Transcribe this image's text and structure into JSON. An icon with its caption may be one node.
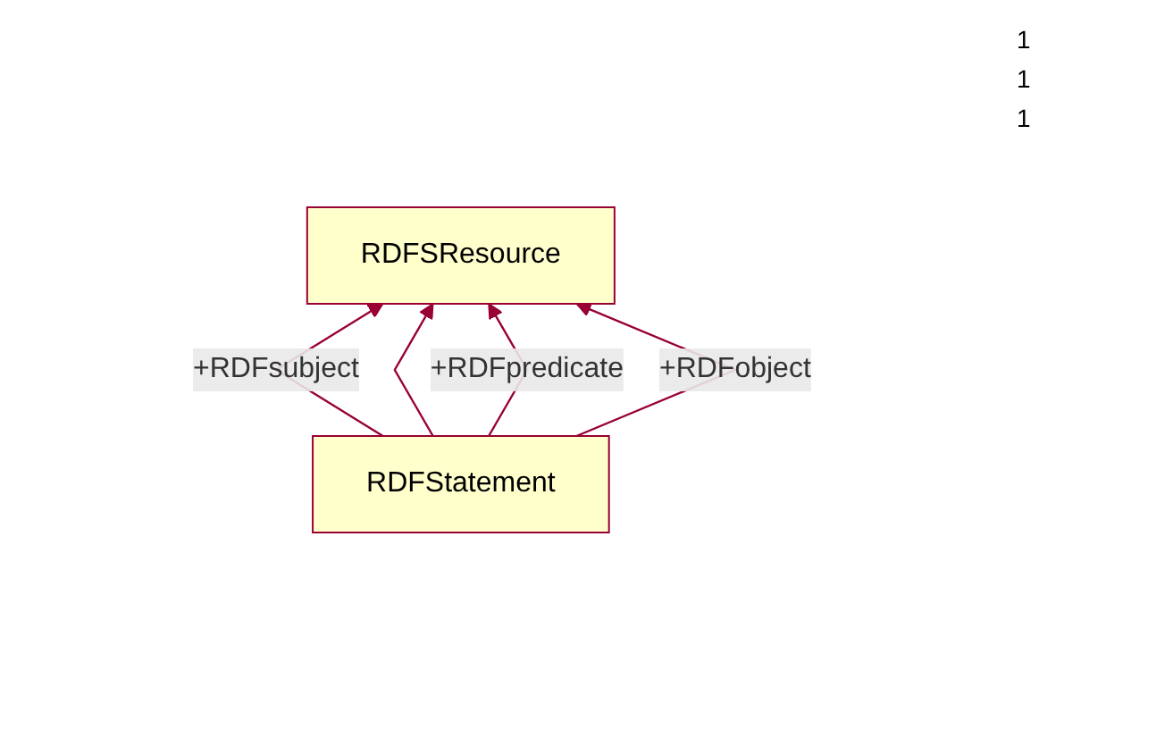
{
  "diagram": {
    "nodes": [
      {
        "text": [
          "RDFSResource"
        ]
      },
      {
        "text": [
          "RDFStatement"
        ]
      }
    ],
    "edges": [
      {
        "from": 1,
        "to": 0,
        "arrow": "to",
        "label": "+RDFsubject"
      },
      {
        "from": 1,
        "to": 0,
        "arrow": "to"
      },
      {
        "from": 1,
        "to": 0,
        "arrow": "to",
        "label": "+RDFpredicate"
      },
      {
        "from": 1,
        "to": 0,
        "arrow": "to",
        "label": "+RDFobject"
      }
    ],
    "labels": [
      "1",
      "1",
      "1"
    ]
  }
}
